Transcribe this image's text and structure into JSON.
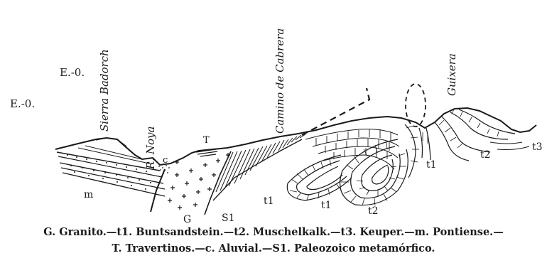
{
  "orientation": {
    "left_outer": "E.-0.",
    "left_inner": "E.-0."
  },
  "place_names": {
    "sierra": "Sierra Badorch",
    "river": "R. Noya",
    "road": "Camino de Cabrera",
    "guixera": "Guixera"
  },
  "unit_labels": {
    "m": "m",
    "c": "c",
    "T": "T",
    "G": "G",
    "S1": "S1",
    "t1_a": "t1",
    "t1_b": "t1",
    "t2_a": "t2",
    "t1_c": "t1",
    "t2_b": "t2",
    "t3": "t3"
  },
  "legend": {
    "line1": "G. Granito.—t1. Buntsandstein.—t2. Muschelkalk.—t3. Keuper.—m. Pontiense.—",
    "line2": "T. Travertinos.—c. Aluvial.—S1. Paleozoico metamórfico."
  },
  "colors": {
    "ink": "#1a1a1a",
    "paper": "#ffffff"
  }
}
